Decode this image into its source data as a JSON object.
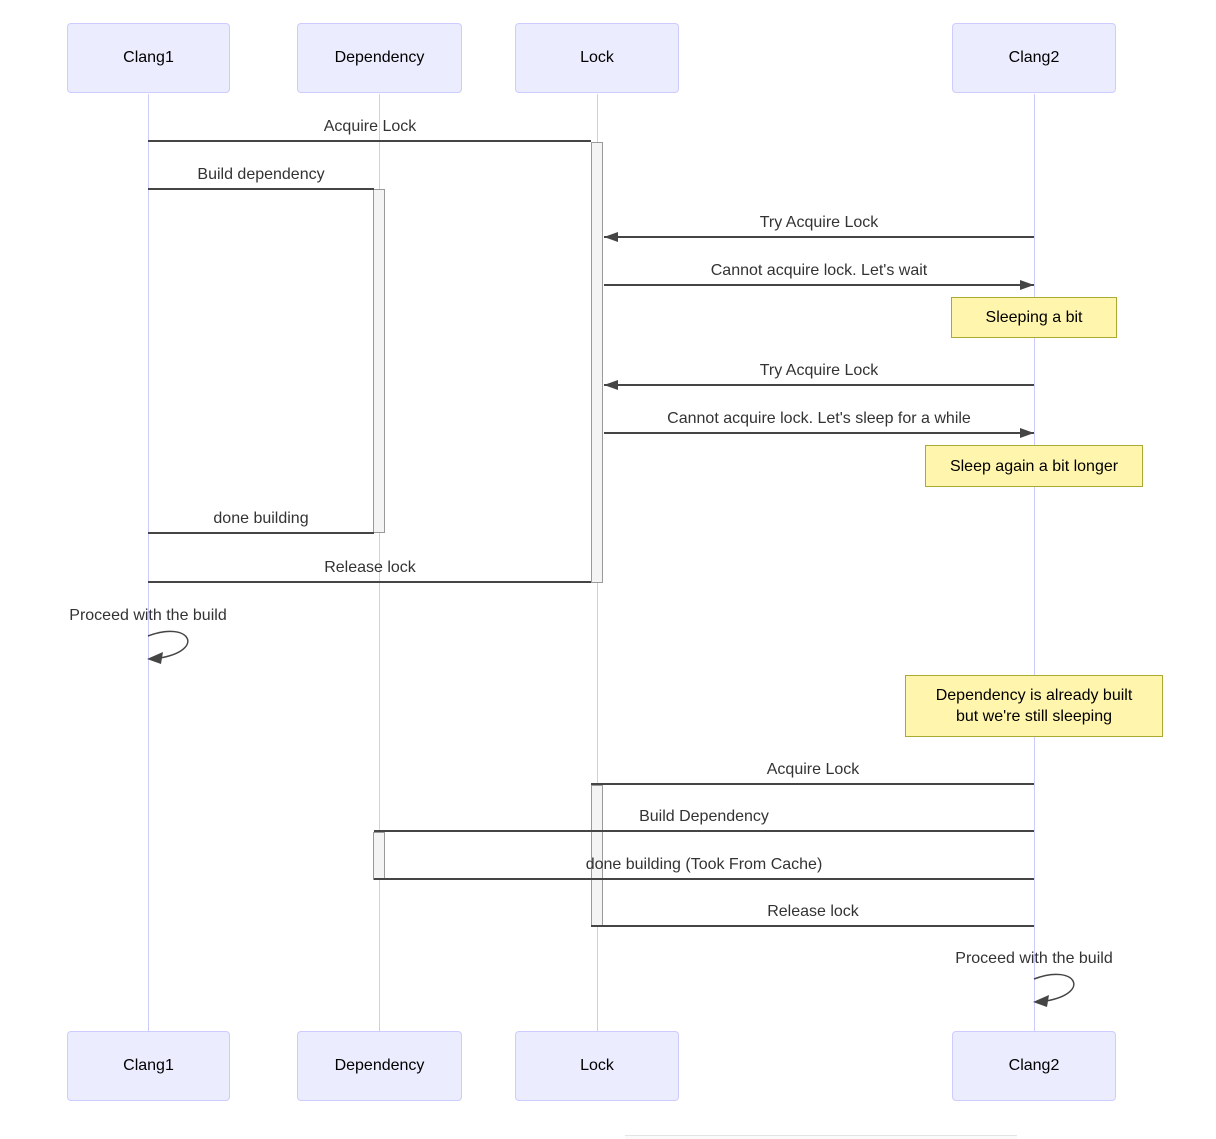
{
  "participants": [
    {
      "label": "Clang1"
    },
    {
      "label": "Dependency"
    },
    {
      "label": "Lock"
    },
    {
      "label": "Clang2"
    }
  ],
  "messages": [
    {
      "label": "Acquire Lock"
    },
    {
      "label": "Build dependency"
    },
    {
      "label": "Try Acquire Lock"
    },
    {
      "label": "Cannot acquire lock. Let's wait"
    },
    {
      "label": "Try Acquire Lock"
    },
    {
      "label": "Cannot acquire lock. Let's sleep for a while"
    },
    {
      "label": "done building"
    },
    {
      "label": "Release lock"
    },
    {
      "label": "Proceed with the build"
    },
    {
      "label": "Acquire Lock"
    },
    {
      "label": "Build Dependency"
    },
    {
      "label": "done building (Took From Cache)"
    },
    {
      "label": "Release lock"
    },
    {
      "label": "Proceed with the build"
    }
  ],
  "notes": [
    {
      "text": "Sleeping a bit"
    },
    {
      "text": "Sleep again a bit longer"
    },
    {
      "line1": "Dependency is already built",
      "line2": "but we're still sleeping"
    }
  ],
  "colors": {
    "actor_fill": "#ECECFF",
    "actor_border": "#CCCCFF",
    "note_fill": "#FFF5AD",
    "note_border": "#AAAA33",
    "lifeline": "#CCCCFF",
    "line": "#454545",
    "act_fill": "#F4F4F4",
    "act_border": "#9A9A9A",
    "text": "#333333"
  }
}
